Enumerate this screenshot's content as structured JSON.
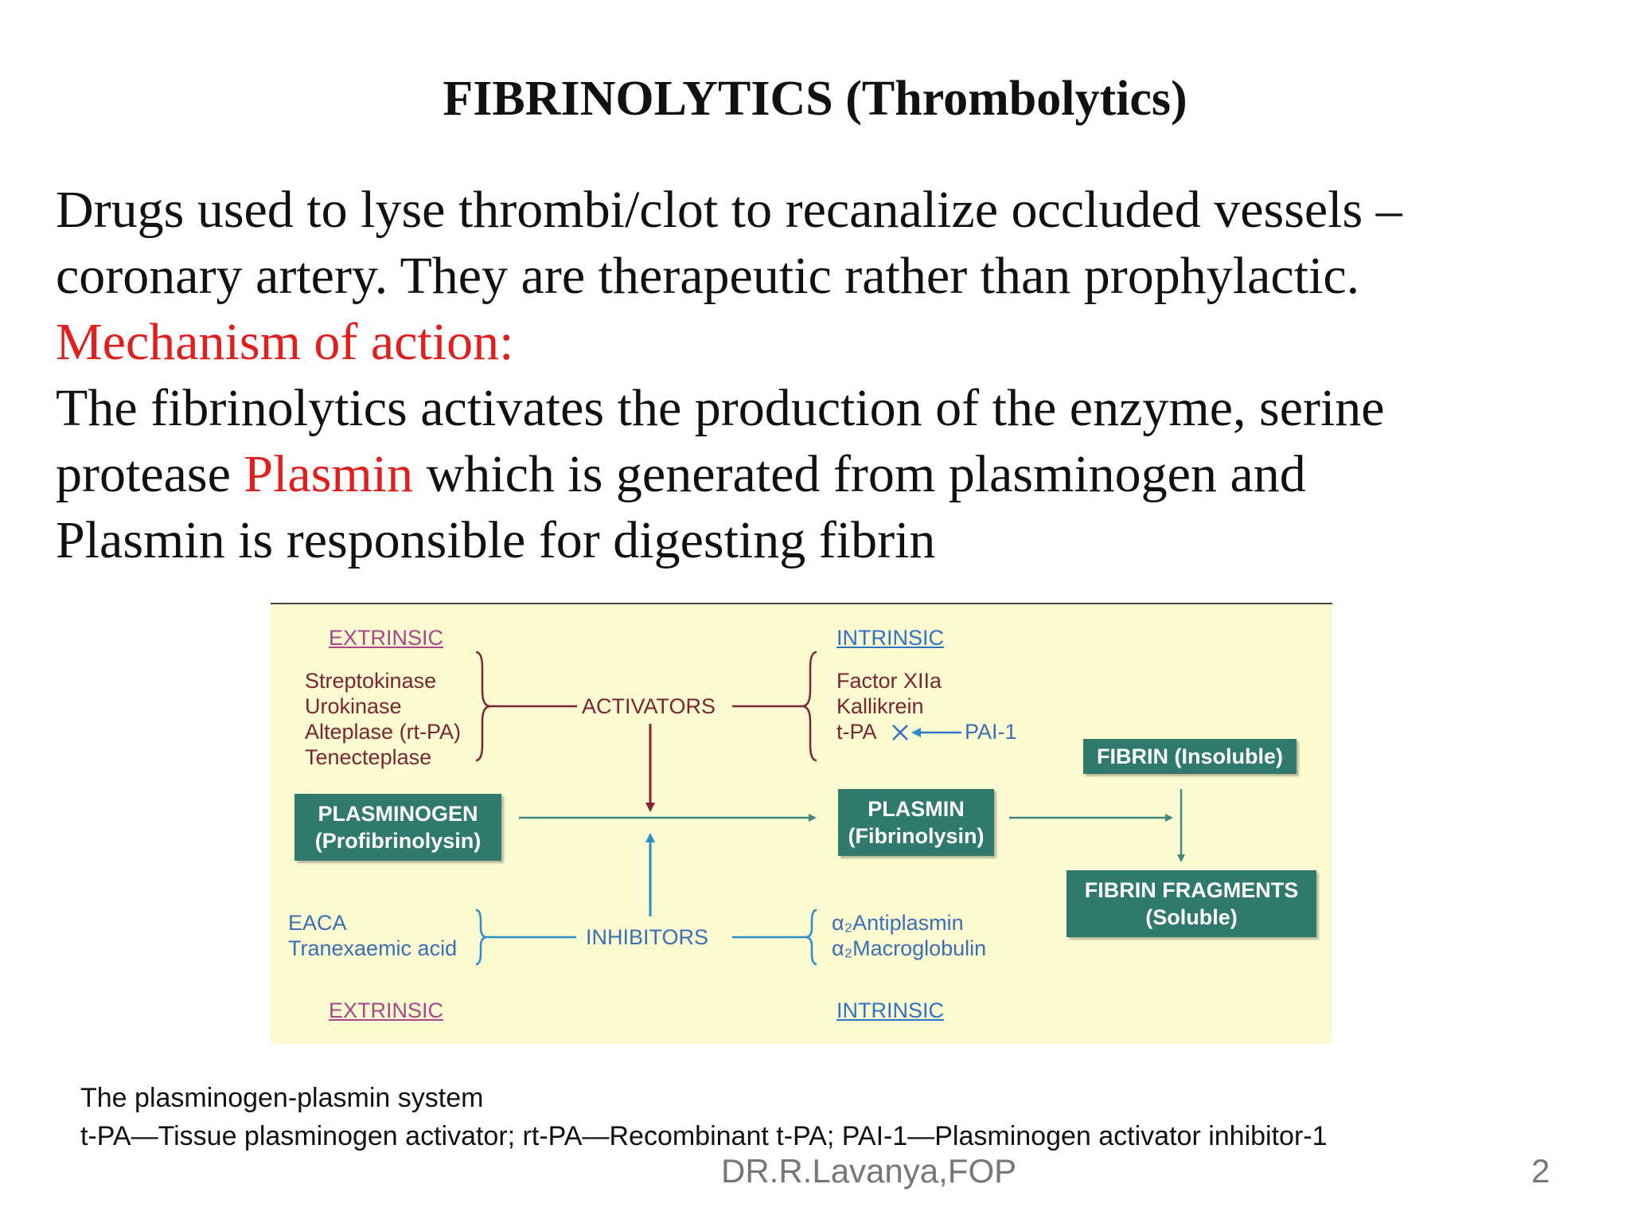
{
  "slide": {
    "title": "FIBRINOLYTICS (Thrombolytics)",
    "body": {
      "line1": "Drugs used to lyse thrombi/clot to  recanalize occluded vessels –",
      "line2": "coronary artery. They are therapeutic rather than prophylactic.",
      "line3": "Mechanism of action:",
      "line4": "The fibrinolytics activates the production of the enzyme, serine",
      "line5_pre": "protease ",
      "line5_red": "Plasmin",
      "line5_post": " which is generated from plasminogen and",
      "line6": "Plasmin is responsible for digesting fibrin"
    },
    "colors": {
      "highlight": "#e31e1e",
      "box": "#2f7a6c",
      "diagram_bg": "#fbfad0"
    }
  },
  "diagram": {
    "extrinsic_top": "EXTRINSIC",
    "intrinsic_top": "INTRINSIC",
    "extrinsic_activators": [
      "Streptokinase",
      "Urokinase",
      "Alteplase (rt-PA)",
      "Tenecteplase"
    ],
    "intrinsic_activators": {
      "factor": "Factor XIIa",
      "kallikrein": "Kallikrein",
      "tpa": "t-PA",
      "pai": "PAI-1"
    },
    "activators_label": "ACTIVATORS",
    "plasminogen": [
      "PLASMINOGEN",
      "(Profibrinolysin)"
    ],
    "plasmin": [
      "PLASMIN",
      "(Fibrinolysin)"
    ],
    "fibrin": "FIBRIN (Insoluble)",
    "fibrin_fragments": [
      "FIBRIN FRAGMENTS",
      "(Soluble)"
    ],
    "extrinsic_inhibitors": [
      "EACA",
      "Tranexaemic acid"
    ],
    "inhibitors_label": "INHIBITORS",
    "intrinsic_inhibitors": [
      "α₂Antiplasmin",
      "α₂Macroglobulin"
    ],
    "extrinsic_bottom": "EXTRINSIC",
    "intrinsic_bottom": "INTRINSIC"
  },
  "caption": {
    "line1": "The plasminogen-plasmin system",
    "line2": "t-PA—Tissue plasminogen activator; rt-PA—Recombinant t-PA; PAI-1—Plasminogen activator inhibitor-1"
  },
  "footer": {
    "author": "DR.R.Lavanya,FOP",
    "page_number": "2"
  }
}
